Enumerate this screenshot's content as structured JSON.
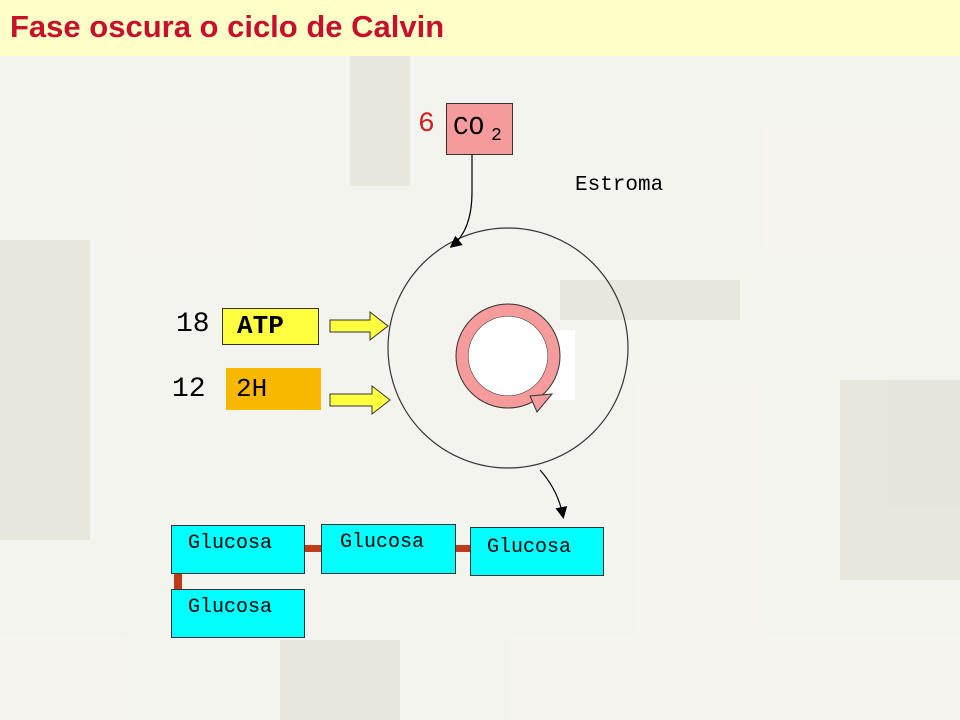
{
  "title": "Fase oscura o ciclo de Calvin",
  "co2": {
    "coefficient": "6",
    "formula": "CO",
    "subscript": "2"
  },
  "stroma_label": "Estroma",
  "atp": {
    "coefficient": "18",
    "label": "ATP"
  },
  "hydrogen": {
    "coefficient": "12",
    "label": "2H"
  },
  "glucose": [
    {
      "label": "Glucosa"
    },
    {
      "label": "Glucosa"
    },
    {
      "label": "Glucosa"
    },
    {
      "label": "Glucosa"
    }
  ],
  "colors": {
    "title": "#c8102e",
    "co2_box": "#f59b9b",
    "atp_box": "#ffff40",
    "h_box": "#f8b800",
    "glucose_box": "#00ffff",
    "cycle_ring": "#f59b9b",
    "input_arrow": "#ffff40",
    "glucose_link": "#c0391b",
    "title_bar": "#ffffc8"
  }
}
